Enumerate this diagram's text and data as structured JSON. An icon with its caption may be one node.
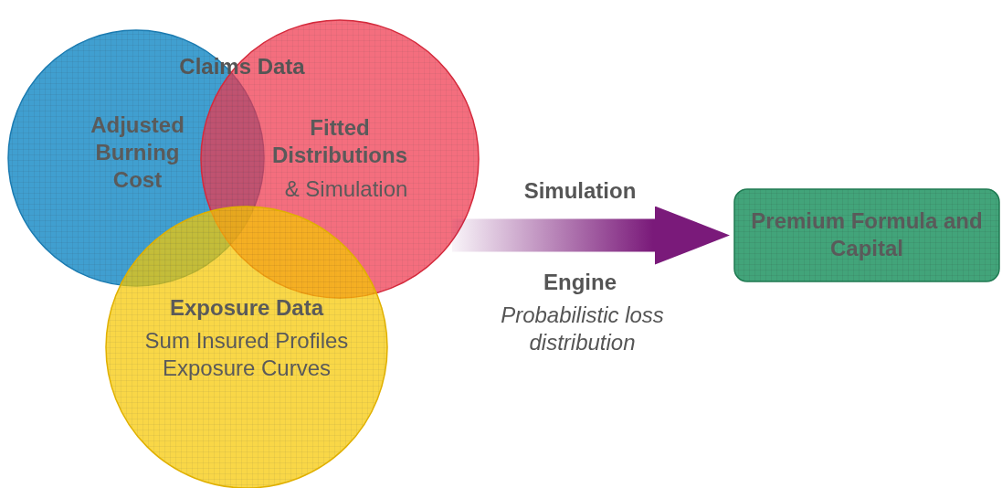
{
  "diagram": {
    "nodes": [
      {
        "text": [
          "Adjusted Burning Cost"
        ]
      },
      {
        "text": [
          "Fitted Distributions",
          "& Simulation"
        ]
      },
      {
        "text": [
          "Exposure Data",
          "Sum Insured Profiles Exposure Curves"
        ]
      },
      {
        "text": [
          "Premium Formula and Capital"
        ]
      }
    ],
    "edges": [
      {
        "from": 1,
        "to": 3,
        "arrow": "to"
      }
    ],
    "labels": [
      "Claims Data",
      "Simulation",
      "Engine",
      "Probabilistic loss distribution"
    ]
  }
}
